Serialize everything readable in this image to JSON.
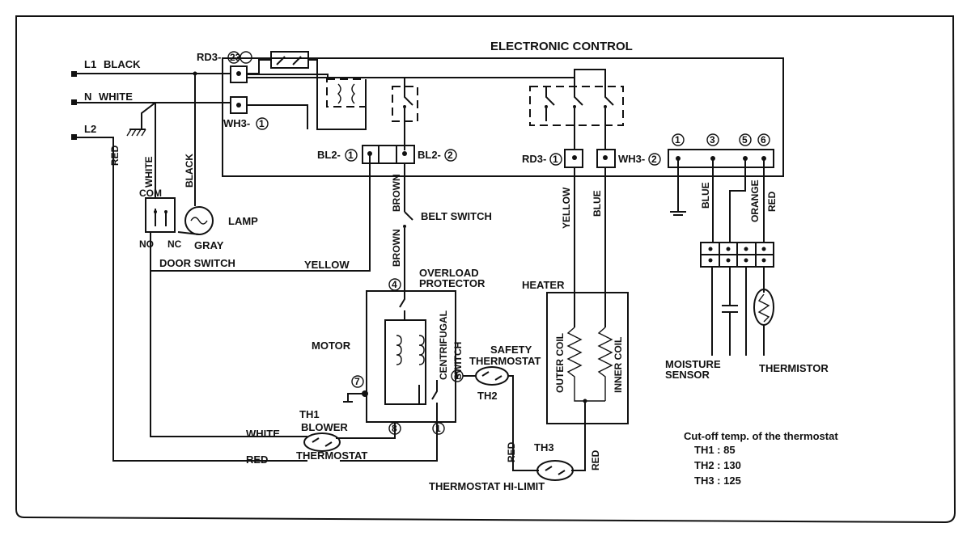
{
  "title": "ELECTRONIC CONTROL",
  "supply": {
    "l1": "L1",
    "l1_color": "BLACK",
    "n": "N",
    "n_color": "WHITE",
    "l2": "L2"
  },
  "connectors": {
    "rd3_top": "RD3-",
    "rd3_top_pins": "23",
    "wh3_left": "WH3-",
    "wh3_left_pin": "1",
    "bl2_left": "BL2-",
    "bl2_left_pin": "1",
    "bl2_right": "BL2-",
    "bl2_right_pin": "2",
    "rd3_right": "RD3-",
    "rd3_right_pin": "1",
    "wh3_right": "WH3-",
    "wh3_right_pin": "2"
  },
  "terminals": [
    "1",
    "3",
    "5",
    "6"
  ],
  "wires": {
    "red": "RED",
    "white": "WHITE",
    "black": "BLACK",
    "brown": "BROWN",
    "yellow": "YELLOW",
    "blue": "BLUE",
    "orange": "ORANGE",
    "gray": "GRAY"
  },
  "components": {
    "com": "COM",
    "no": "NO",
    "nc": "NC",
    "door_switch": "DOOR SWITCH",
    "lamp": "LAMP",
    "belt_switch": "BELT SWITCH",
    "overload_protector_1": "OVERLOAD",
    "overload_protector_2": "PROTECTOR",
    "motor": "MOTOR",
    "centrifugal": "CENTRIFUGAL",
    "switch": "SWITCH",
    "safety_thermostat_1": "SAFETY",
    "safety_thermostat_2": "THERMOSTAT",
    "th2": "TH2",
    "th1": "TH1",
    "blower": "BLOWER",
    "blower_thermostat": "THERMOSTAT",
    "th3": "TH3",
    "hi_limit": "THERMOSTAT HI-LIMIT",
    "heater": "HEATER",
    "outer_coil": "OUTER COIL",
    "inner_coil": "INNER COIL",
    "moisture_sensor_1": "MOISTURE",
    "moisture_sensor_2": "SENSOR",
    "thermistor": "THERMISTOR",
    "motor_pin_4": "4",
    "motor_pin_7": "7",
    "motor_pin_8": "8",
    "motor_pin_1": "1"
  },
  "cutoff": {
    "heading": "Cut-off  temp. of  the thermostat",
    "rows": [
      "TH1 : 85",
      "TH2 : 130",
      "TH3 : 125"
    ]
  }
}
